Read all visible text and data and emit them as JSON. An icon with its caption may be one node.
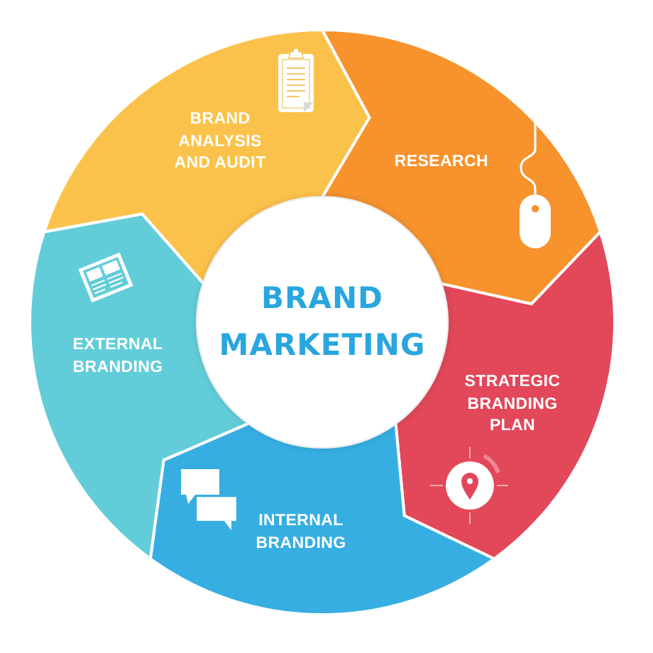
{
  "diagram": {
    "nodes": [
      {
        "text": [
          "BRAND MARKETING"
        ]
      },
      {
        "text": [
          "BRAND ANALYSIS AND AUDIT"
        ]
      },
      {
        "text": [
          "RESEARCH"
        ]
      },
      {
        "text": [
          "STRATEGIC BRANDING PLAN"
        ]
      },
      {
        "text": [
          "INTERNAL BRANDING"
        ]
      },
      {
        "text": [
          "EXTERNAL BRANDING"
        ]
      }
    ]
  }
}
